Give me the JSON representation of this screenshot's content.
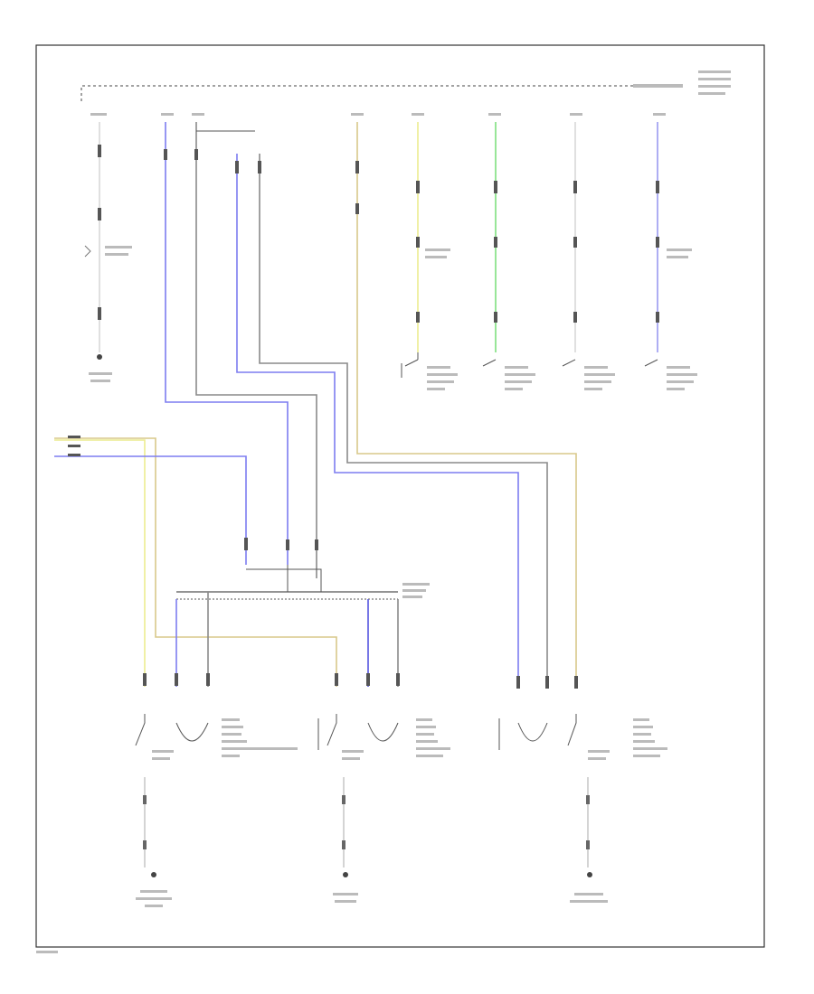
{
  "diagram": {
    "background": "#ffffff",
    "frame_color": "#333333",
    "wire_colors": {
      "white": "#d8d8d8",
      "blue": "#7d7df0",
      "gray": "#8a8a8a",
      "tan": "#d8c88a",
      "yellow": "#ecec90",
      "green": "#7ee07e",
      "violet": "#9a9af0"
    },
    "labels_legible": false,
    "components": [
      {
        "id": "top-left-lamp",
        "kind": "connector-with-ground"
      },
      {
        "id": "switch-1",
        "kind": "switch"
      },
      {
        "id": "switch-2",
        "kind": "switch"
      },
      {
        "id": "switch-3",
        "kind": "switch"
      },
      {
        "id": "switch-4",
        "kind": "switch"
      },
      {
        "id": "junction-block",
        "kind": "splice"
      },
      {
        "id": "lower-left-module",
        "kind": "switch-with-ground"
      },
      {
        "id": "lower-center-module",
        "kind": "switch-with-ground"
      },
      {
        "id": "lower-right-module",
        "kind": "switch-with-ground"
      }
    ]
  }
}
